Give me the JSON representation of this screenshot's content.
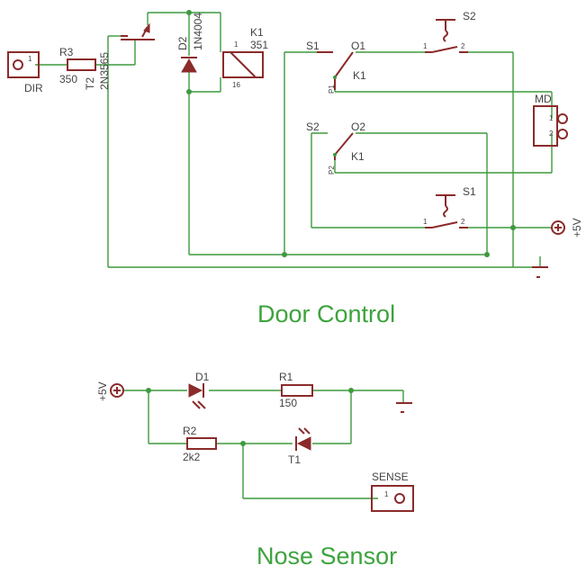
{
  "titles": {
    "door_control": "Door Control",
    "nose_sensor": "Nose Sensor"
  },
  "labels": {
    "dir": "DIR",
    "r3_name": "R3",
    "r3_value": "350",
    "t2_name": "T2",
    "t2_part": "2N3565",
    "d2_name": "D2",
    "d2_part": "1N4004",
    "k1_name": "K1",
    "k1_value": "351",
    "k1_contact1": "K1",
    "k1_contact2": "K1",
    "s1_switch": "S1",
    "s2_switch": "S2",
    "s1_node": "S1",
    "s2_node": "S2",
    "o1": "O1",
    "o2": "O2",
    "p1": "P1",
    "p2": "P2",
    "md": "MD",
    "plus5v_top": "+5V",
    "plus5v_bottom": "+5V",
    "d1_name": "D1",
    "r1_name": "R1",
    "r1_value": "150",
    "r2_name": "R2",
    "r2_value": "2k2",
    "t1_name": "T1",
    "sense": "SENSE"
  },
  "pins": {
    "dir_pin": "1",
    "k1_pin1": "1",
    "k1_pin16": "16",
    "s2_pin1": "1",
    "s2_pin2": "2",
    "s1_pin1": "1",
    "s1_pin2": "2",
    "md_pin1": "1",
    "md_pin2": "2",
    "sense_pin": "1"
  },
  "colors": {
    "wire": "#3d9a3d",
    "component": "#8b2b2b",
    "title": "#3da33d"
  }
}
